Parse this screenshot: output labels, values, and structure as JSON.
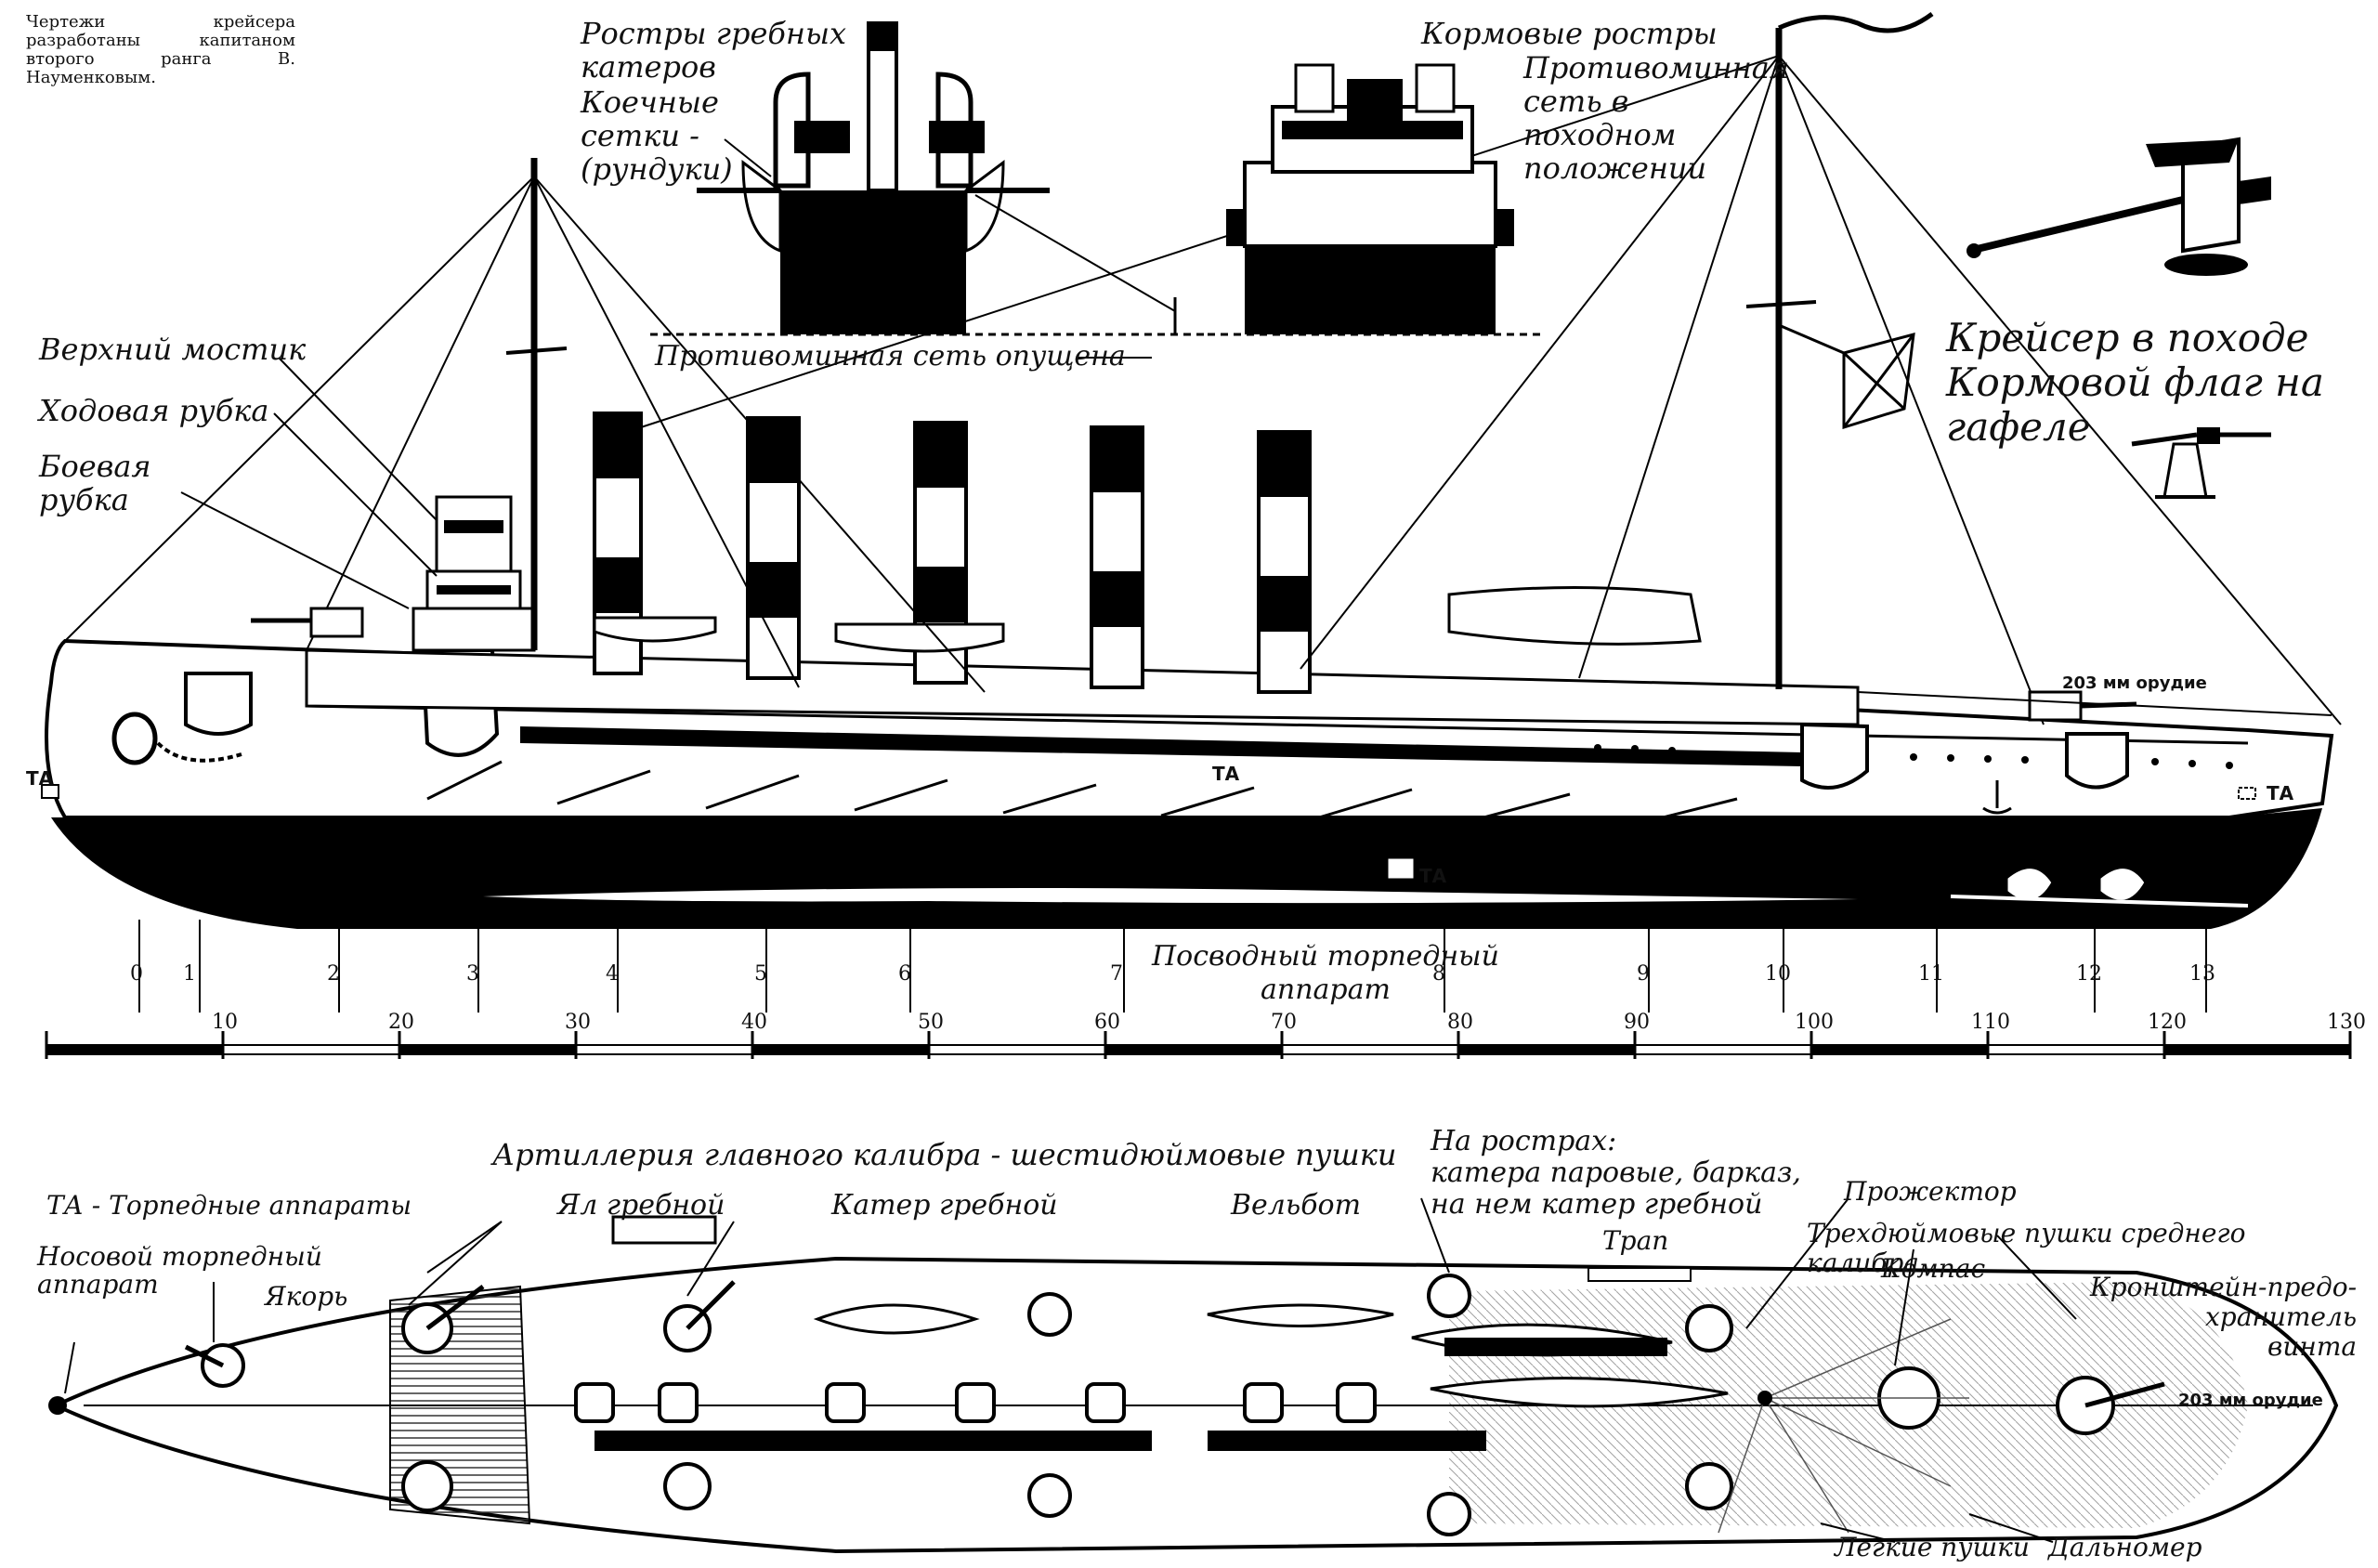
{
  "caption": "Чертежи крейсера разработаны капитаном второго ранга В. Науменковым.",
  "labels": {
    "rostry_grebnyh": "Ростры гребных\nкатеров",
    "koechnye": "Коечные\nсетки -\n(рундуки)",
    "kormovye_rostry": "Кормовые ростры",
    "protivominnaya_pohod": "Противоминная\nсеть в\nпоходном\nположении",
    "protivominnaya_opushena": "Противоминная сеть опущена",
    "kreiser_v_pohode": "Крейсер в походе\nКормовой флаг на\nгафеле",
    "verhniy_mostik": "Верхний мостик",
    "hodovaya_rubka": "Ходовая рубка",
    "boevaya_rubka": "Боевая\nрубка",
    "gun_203_top": "203 мм орудие",
    "gun_203_bottom": "203 мм орудие",
    "ta_1": "ТА",
    "ta_2": "ТА",
    "ta_3": "ТА",
    "ta_4": "ТА",
    "podvodny": "Посводный торпедный\nаппарат",
    "ta_legend": "ТА - Торпедные аппараты",
    "nosovoy_ta": "Носовой торпедный\nаппарат",
    "artilleriya": "Артиллерия главного калибра - шестидюймовые пушки",
    "yal": "Ял гребной",
    "kater_grebnoy": "Катер гребной",
    "velbot": "Вельбот",
    "na_rostrah": "На рострах:\nкатера паровые, барказ,\nна нем катер гребной",
    "trap": "Трап",
    "prozhektor": "Прожектор",
    "trehdyuymovye": "Трехдюймовые пушки среднего\nкалибра",
    "kompas": "Компас",
    "kronshtein": "Кронштейн-предо-\nхранитель\nвинта",
    "yakor": "Якорь",
    "legkie_pushki": "Легкие пушки",
    "dalnomer": "Дальномер"
  },
  "frame_numbers": [
    "0",
    "1",
    "2",
    "3",
    "4",
    "5",
    "6",
    "7",
    "8",
    "9",
    "10",
    "11",
    "12",
    "13"
  ],
  "scale_numbers": [
    "10",
    "20",
    "30",
    "40",
    "50",
    "60",
    "70",
    "80",
    "90",
    "100",
    "110",
    "120",
    "130"
  ]
}
